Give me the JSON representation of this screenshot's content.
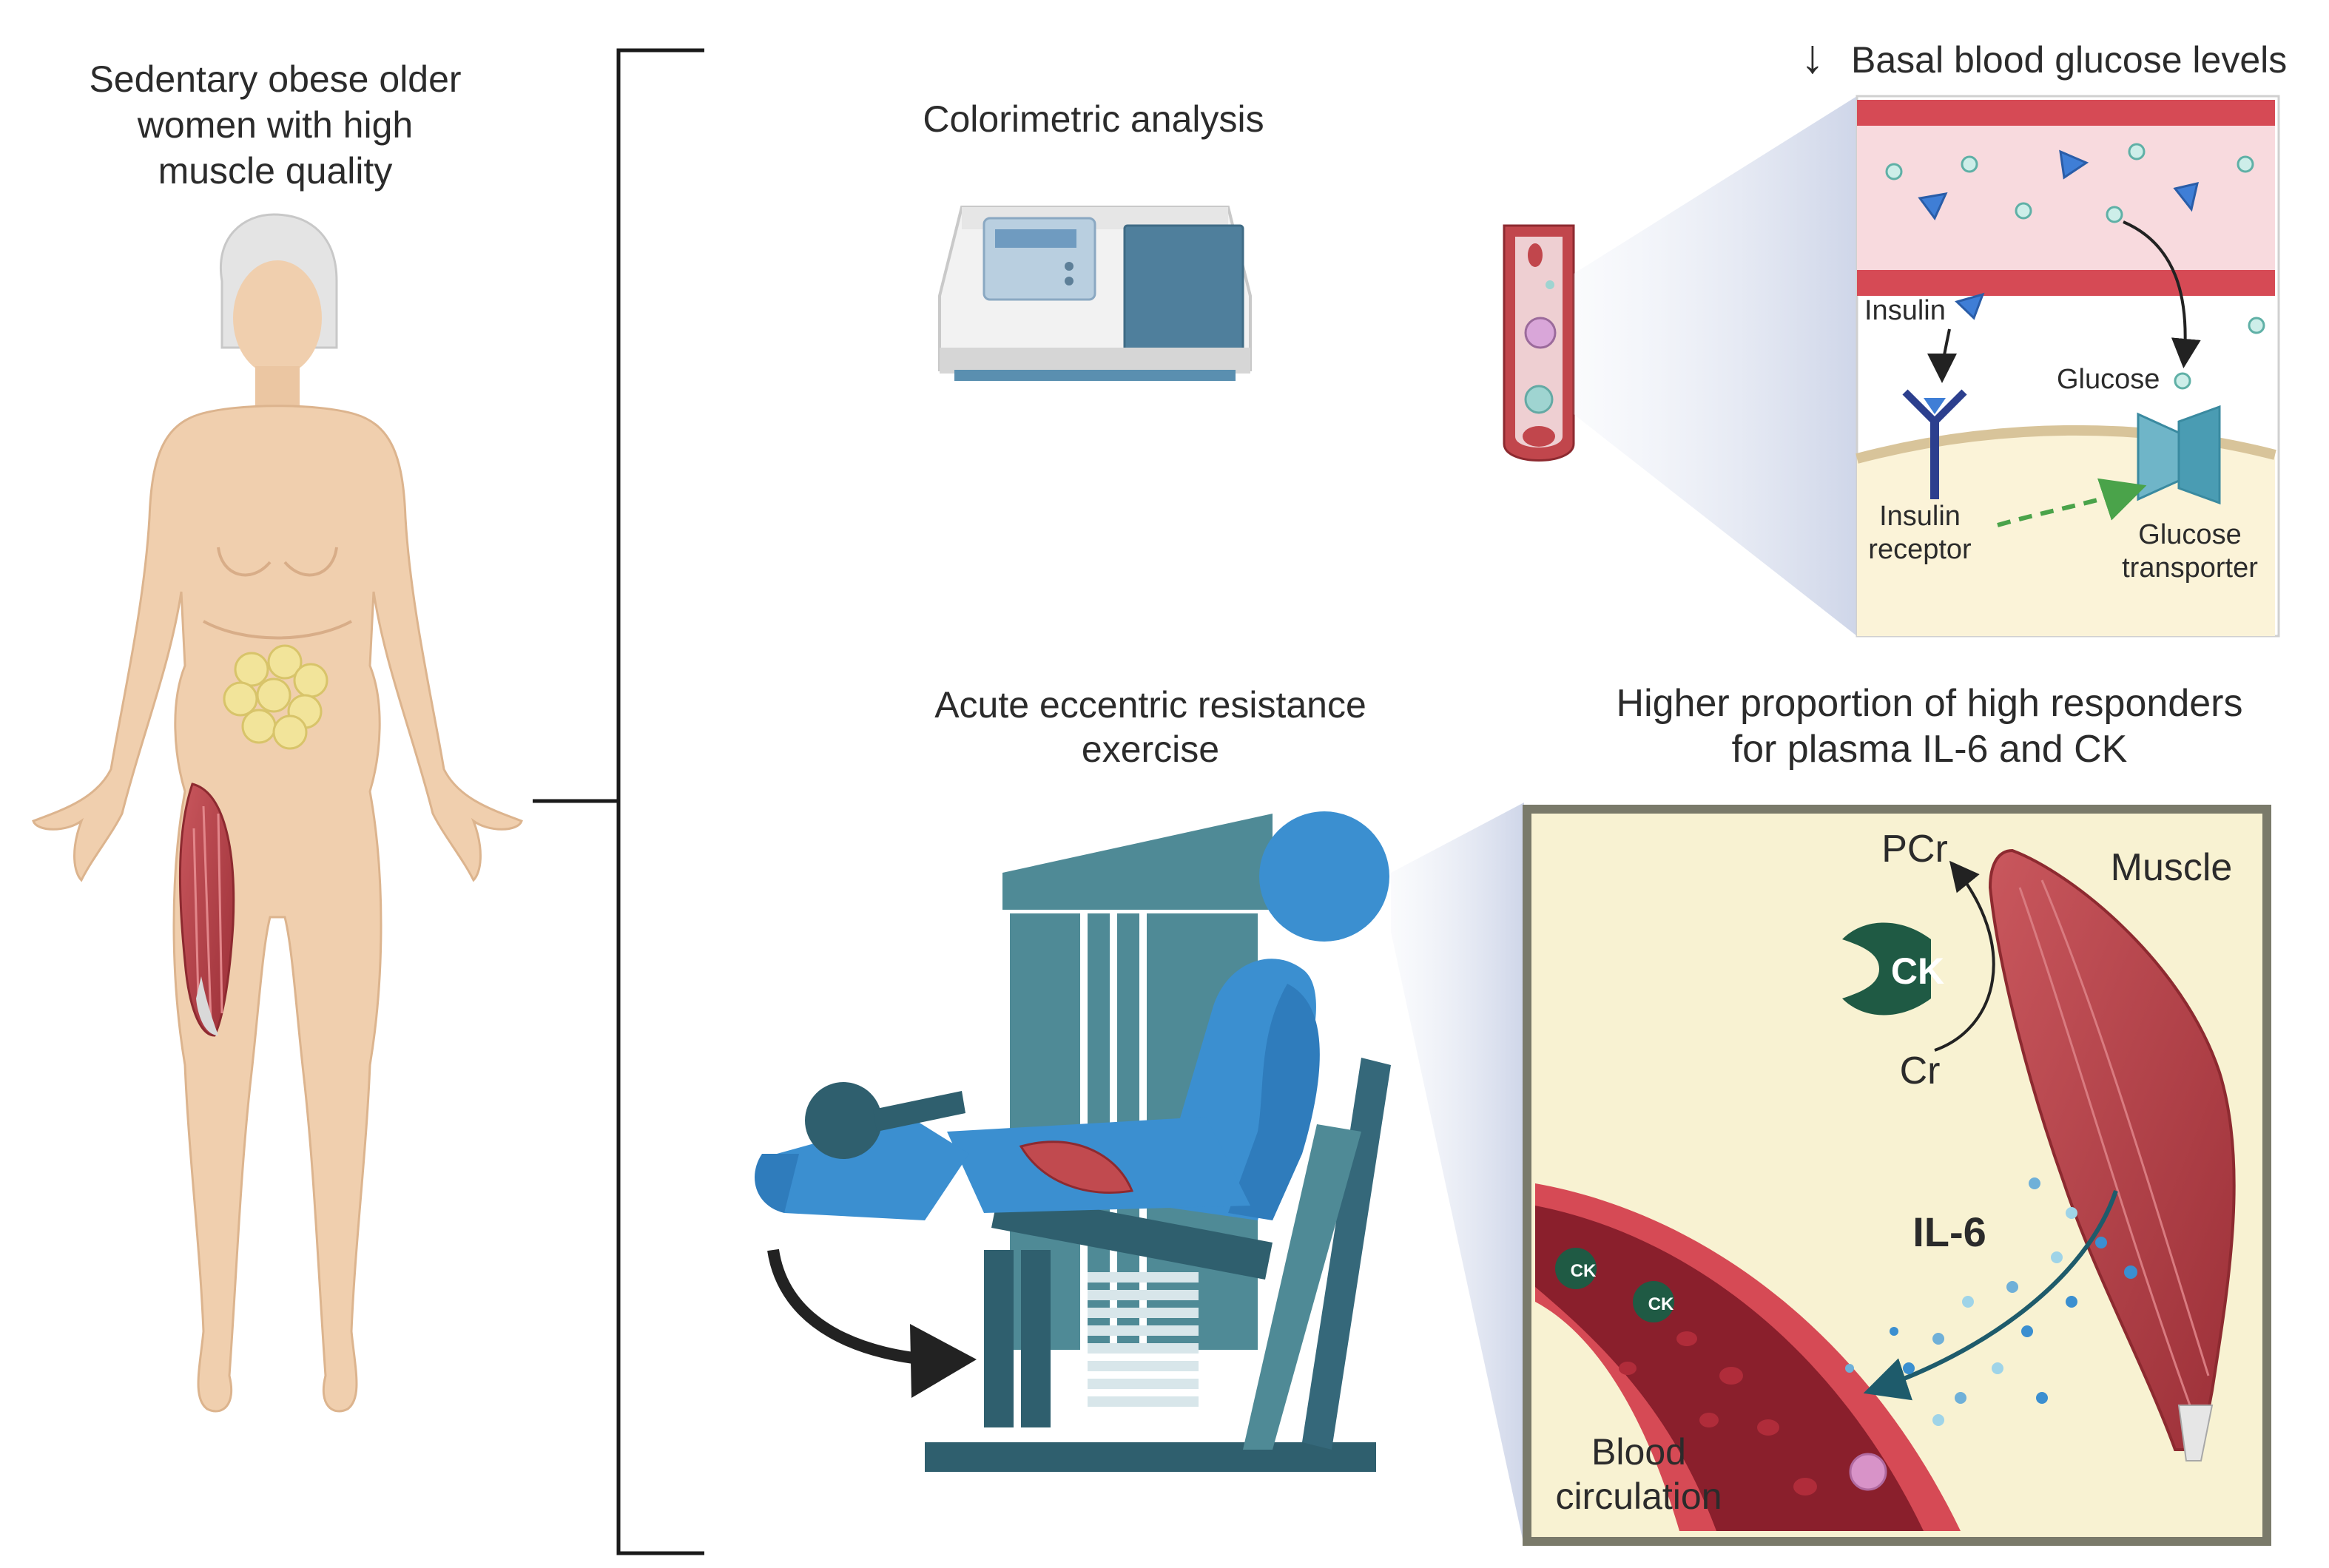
{
  "subject": {
    "line1": "Sedentary obese older",
    "line2": "women with high",
    "line3": "muscle quality"
  },
  "colorimetric": {
    "title": "Colorimetric analysis"
  },
  "glucose_panel": {
    "arrow": "↓",
    "title": "Basal blood glucose levels",
    "insulin": "Insulin",
    "glucose": "Glucose",
    "insulin_receptor_1": "Insulin",
    "insulin_receptor_2": "receptor",
    "glucose_transporter_1": "Glucose",
    "glucose_transporter_2": "transporter"
  },
  "exercise": {
    "line1": "Acute eccentric resistance",
    "line2": "exercise"
  },
  "responders": {
    "line1": "Higher proportion of high responders",
    "line2": "for  plasma IL-6  and CK"
  },
  "muscle_panel": {
    "pcr": "PCr",
    "cr": "Cr",
    "ck": "CK",
    "muscle": "Muscle",
    "il6": "IL-6",
    "blood_1": "Blood",
    "blood_2": "circulation"
  },
  "colors": {
    "skin": "#f0cfae",
    "muscle_red": "#b3424a",
    "blue_person": "#3b8fd0",
    "machine": "#4f8a96",
    "panel_bg": "#f8f2d2",
    "ck_green": "#1f5a44"
  }
}
